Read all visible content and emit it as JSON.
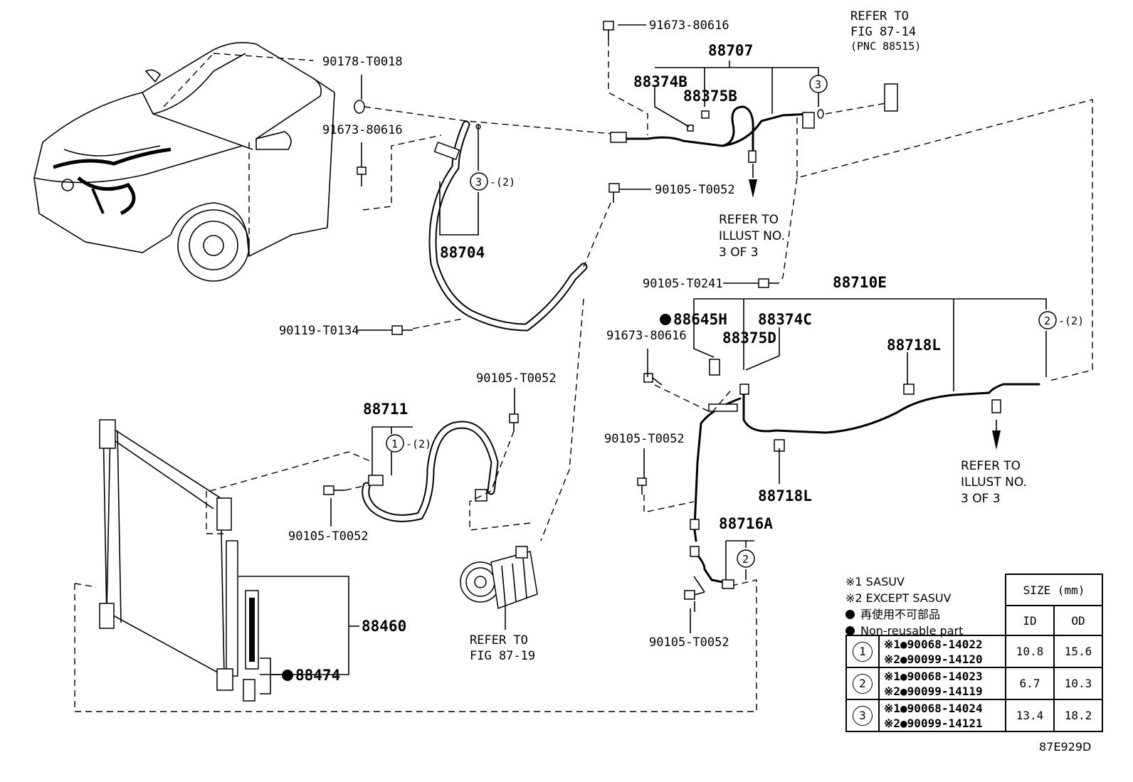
{
  "labels": {
    "p_90178_T0018": "90178-T0018",
    "p_91673_80616_a": "91673-80616",
    "p_91673_80616_b": "91673-80616",
    "p_91673_80616_c": "91673-80616",
    "p_88707": "88707",
    "p_88374B": "88374B",
    "p_88375B": "88375B",
    "p_88704": "88704",
    "p_90105_T0052_a": "90105-T0052",
    "p_90105_T0052_b": "90105-T0052",
    "p_90105_T0052_c": "90105-T0052",
    "p_90105_T0052_d": "90105-T0052",
    "p_90105_T0052_e": "90105-T0052",
    "p_90105_T0241": "90105-T0241",
    "p_90119_T0134": "90119-T0134",
    "p_88710E": "88710E",
    "p_88645H": "88645H",
    "p_88374C": "88374C",
    "p_88375D": "88375D",
    "p_88718L_a": "88718L",
    "p_88718L_b": "88718L",
    "p_88711": "88711",
    "p_88716A": "88716A",
    "p_88460": "88460",
    "p_88474": "88474",
    "qty_2": "-(2)"
  },
  "refs": {
    "fig_87_14": [
      "REFER TO",
      "FIG 87-14",
      "(PNC 88515)"
    ],
    "illust_3_of_3_a": [
      "REFER TO",
      "ILLUST NO.",
      "3 OF 3"
    ],
    "illust_3_of_3_b": [
      "REFER TO",
      "ILLUST NO.",
      "3 OF 3"
    ],
    "fig_87_19": [
      "REFER TO",
      "FIG 87-19"
    ]
  },
  "callouts": {
    "c1": "1",
    "c2": "2",
    "c3": "3"
  },
  "legend": {
    "note1": "※1 SASUV",
    "note2": "※2 EXCEPT SASUV",
    "note3": "再使用不可部品",
    "note4": "Non-reusable part",
    "size_header": "SIZE (mm)",
    "id_header": "ID",
    "od_header": "OD",
    "rows": [
      {
        "num": "1",
        "codes": [
          "※1●90068-14022",
          "※2●90099-14120"
        ],
        "id": "10.8",
        "od": "15.6"
      },
      {
        "num": "2",
        "codes": [
          "※1●90068-14023",
          "※2●90099-14119"
        ],
        "id": "6.7",
        "od": "10.3"
      },
      {
        "num": "3",
        "codes": [
          "※1●90068-14024",
          "※2●90099-14121"
        ],
        "id": "13.4",
        "od": "18.2"
      }
    ]
  },
  "figure_number": "87E929D"
}
